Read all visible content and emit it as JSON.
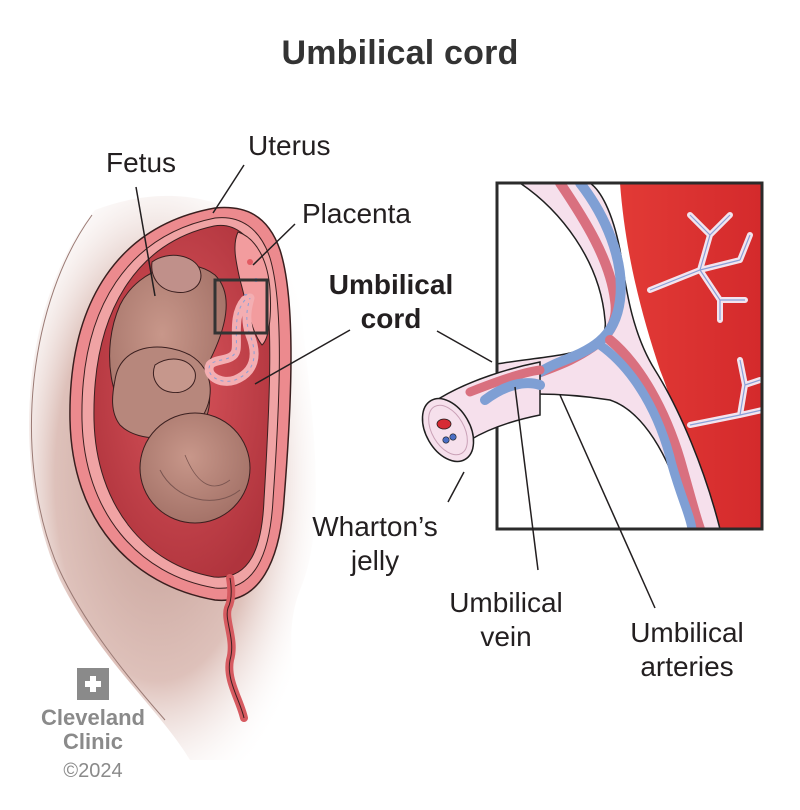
{
  "title": "Umbilical cord",
  "labels": {
    "fetus": "Fetus",
    "uterus": "Uterus",
    "placenta": "Placenta",
    "umbilical_cord_line1": "Umbilical",
    "umbilical_cord_line2": "cord",
    "whartons_jelly_line1": "Wharton’s",
    "whartons_jelly_line2": "jelly",
    "umbilical_vein_line1": "Umbilical",
    "umbilical_vein_line2": "vein",
    "umbilical_arteries_line1": "Umbilical",
    "umbilical_arteries_line2": "arteries"
  },
  "logo": {
    "icon": "cleveland-clinic-cross-icon",
    "name_line1": "Cleveland",
    "name_line2": "Clinic",
    "copyright": "©2024"
  },
  "colors": {
    "title": "#333333",
    "text": "#231f20",
    "uterus_wall": "#e8737a",
    "amniotic_cavity": "#c9474f",
    "fetus_skin": "#b88478",
    "body_shadow": "#c9a39a",
    "placenta_tissue": "#d94040",
    "whartons_jelly": "#f6e0ec",
    "artery_blue": "#7f9fd4",
    "vein_pink": "#d9707f",
    "logo_gray": "#8a8a8a"
  }
}
